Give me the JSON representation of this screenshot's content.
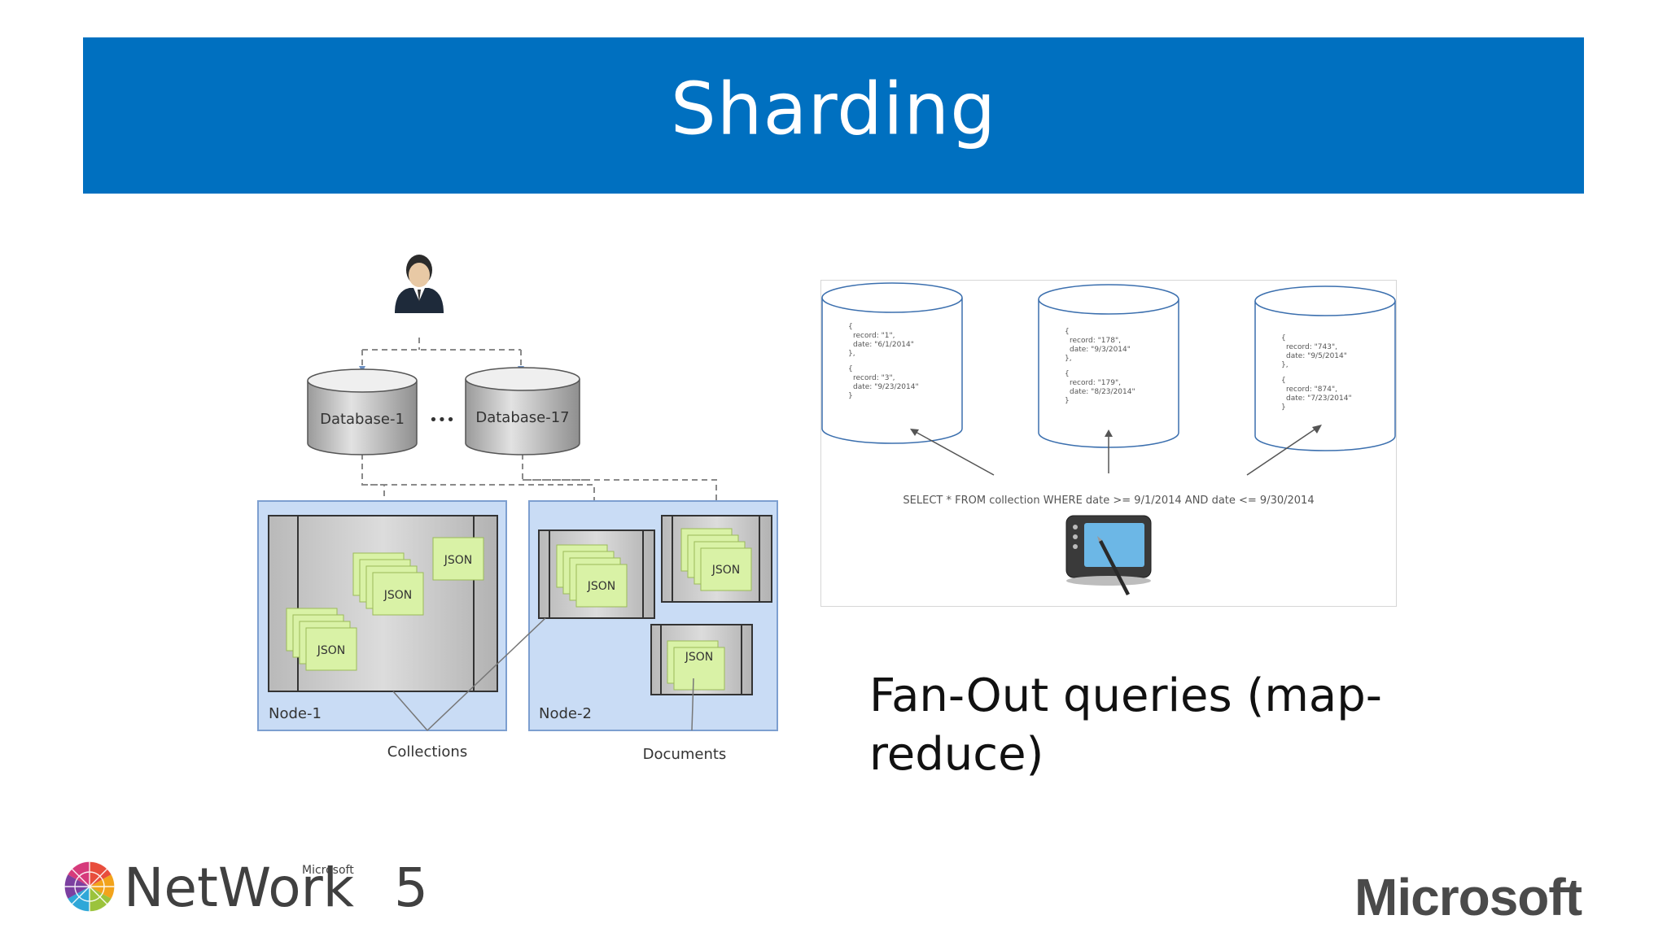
{
  "slide": {
    "title": "Sharding"
  },
  "left_diagram": {
    "databases": [
      "Database-1",
      "Database-17"
    ],
    "ellipsis": "•••",
    "nodes": [
      "Node-1",
      "Node-2"
    ],
    "doc_label": "JSON",
    "callouts": {
      "collections": "Collections",
      "documents": "Documents"
    },
    "icons": {
      "user": "user-icon"
    }
  },
  "right_diagram": {
    "shards": [
      {
        "lines": [
          "{",
          "record: \"1\",",
          "date: \"6/1/2014\"",
          "},",
          "{",
          "record: \"3\",",
          "date: \"9/23/2014\"",
          "}"
        ]
      },
      {
        "lines": [
          "{",
          "record: \"178\",",
          "date: \"9/3/2014\"",
          "},",
          "{",
          "record: \"179\",",
          "date: \"8/23/2014\"",
          "}"
        ]
      },
      {
        "lines": [
          "{",
          "record: \"743\",",
          "date: \"9/5/2014\"",
          "},",
          "{",
          "record: \"874\",",
          "date: \"7/23/2014\"",
          "}"
        ]
      }
    ],
    "query": "SELECT * FROM collection WHERE date >= 9/1/2014 AND date <= 9/30/2014",
    "icons": {
      "client": "tablet-pen-icon"
    }
  },
  "caption": {
    "line1": "Fan-Out queries (map-",
    "line2": "reduce)"
  },
  "footer": {
    "network_brand": "NetWork",
    "network_number": "5",
    "network_super": "Microsoft",
    "microsoft": "Microsoft"
  },
  "colors": {
    "title_bar": "#0070c0",
    "node_fill": "#c9dcf5",
    "json_fill": "#d9f2a6",
    "db_fill": "#d2d2d2"
  }
}
